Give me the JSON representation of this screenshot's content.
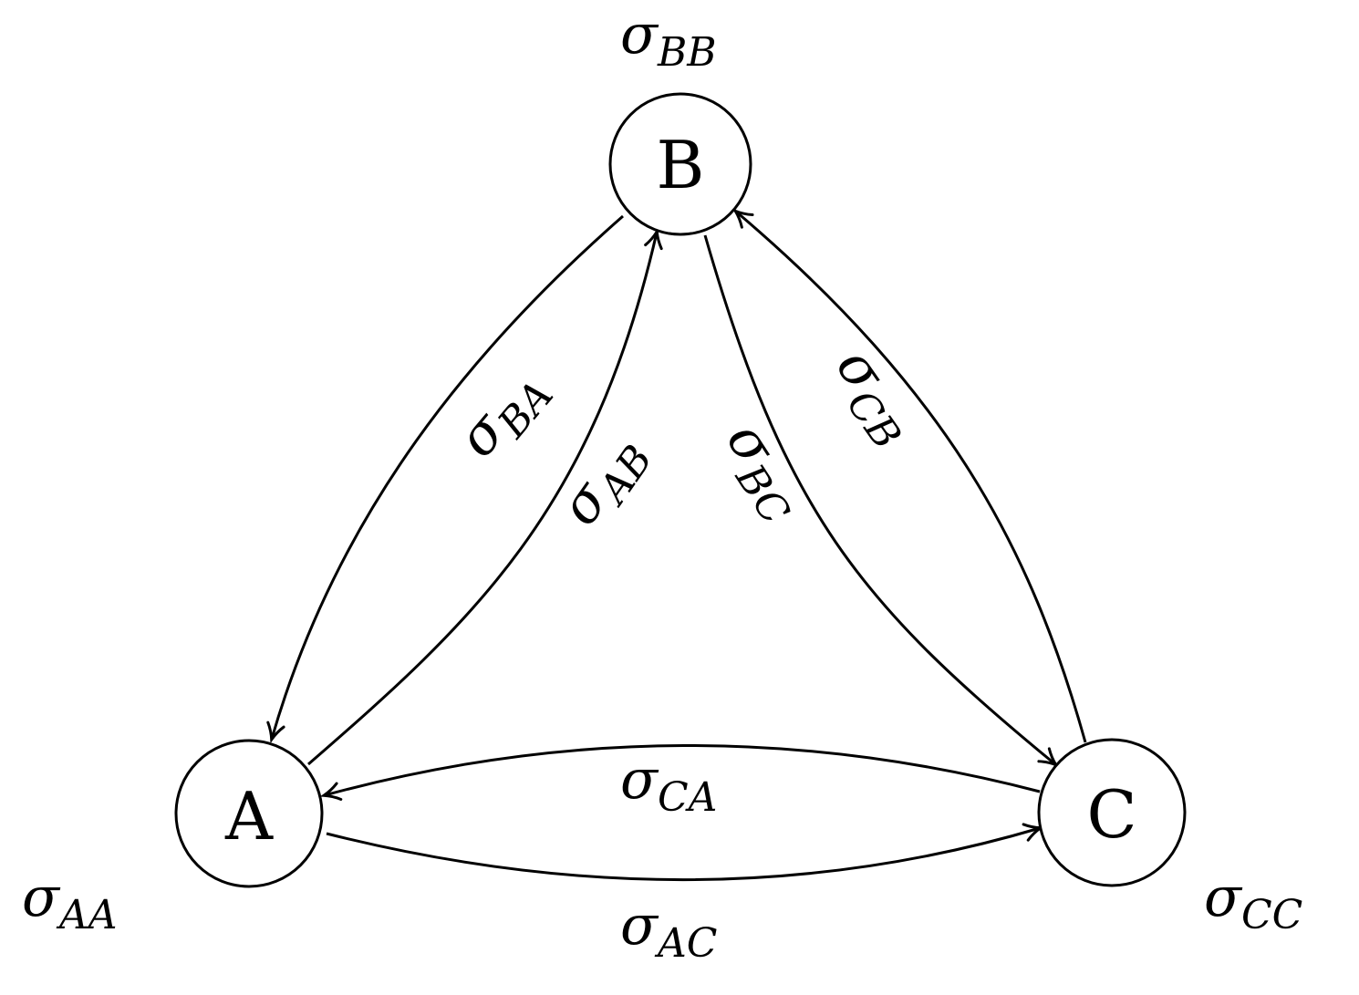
{
  "nodes": {
    "A": {
      "label": "A"
    },
    "B": {
      "label": "B"
    },
    "C": {
      "label": "C"
    }
  },
  "labels": {
    "sigma": "σ",
    "AA": "AA",
    "BB": "BB",
    "CC": "CC",
    "BA": "BA",
    "AB": "AB",
    "BC": "BC",
    "CB": "CB",
    "CA": "CA",
    "AC": "AC"
  },
  "colors": {
    "stroke": "#000000",
    "background": "#ffffff"
  }
}
